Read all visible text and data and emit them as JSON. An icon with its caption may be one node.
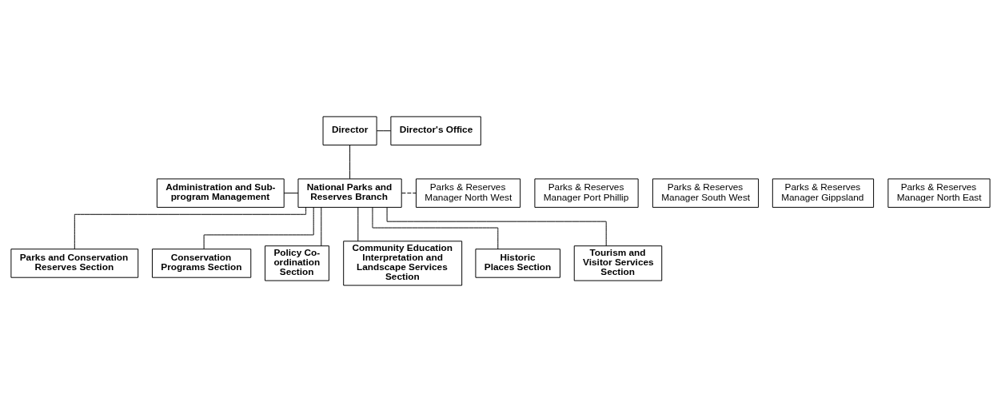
{
  "diagram": {
    "nodes": [
      {
        "text": [
          "Director"
        ]
      },
      {
        "text": [
          "Director's Office"
        ]
      },
      {
        "text": [
          "Administration and Sub-program Management"
        ]
      },
      {
        "text": [
          "National Parks and Reserves Branch"
        ]
      },
      {
        "text": [
          "Parks & Reserves Manager Port Phillip"
        ]
      },
      {
        "text": [
          "Parks & Reserves Manager South West"
        ]
      },
      {
        "text": [
          "Parks & Reserves Manager Gippsland"
        ]
      },
      {
        "text": [
          "Parks & Reserves Manager North West"
        ]
      },
      {
        "text": [
          "Parks & Reserves Manager North East"
        ]
      },
      {
        "text": [
          "Parks and Conservation Reserves Section"
        ]
      },
      {
        "text": [
          "Conservation Programs Section"
        ]
      },
      {
        "text": [
          "Policy Co-ordination Section"
        ]
      },
      {
        "text": [
          "Community Education Interpretation and Landscape Services Section"
        ]
      },
      {
        "text": [
          "Historic Places Section"
        ]
      },
      {
        "text": [
          "Tourism and Visitor Services Section"
        ]
      }
    ],
    "edges": [
      {
        "from": 0,
        "to": 1,
        "arrow": "none"
      },
      {
        "from": 0,
        "to": 3,
        "arrow": "none"
      },
      {
        "from": 2,
        "to": 3,
        "arrow": "none"
      },
      {
        "from": 3,
        "to": 7,
        "arrow": "none",
        "style": "dashed"
      },
      {
        "from": 3,
        "to": 9,
        "arrow": "none"
      },
      {
        "from": 3,
        "to": 10,
        "arrow": "none"
      },
      {
        "from": 3,
        "to": 11,
        "arrow": "none"
      },
      {
        "from": 3,
        "to": 12,
        "arrow": "none"
      },
      {
        "from": 3,
        "to": 13,
        "arrow": "none"
      },
      {
        "from": 3,
        "to": 14,
        "arrow": "none"
      }
    ]
  }
}
